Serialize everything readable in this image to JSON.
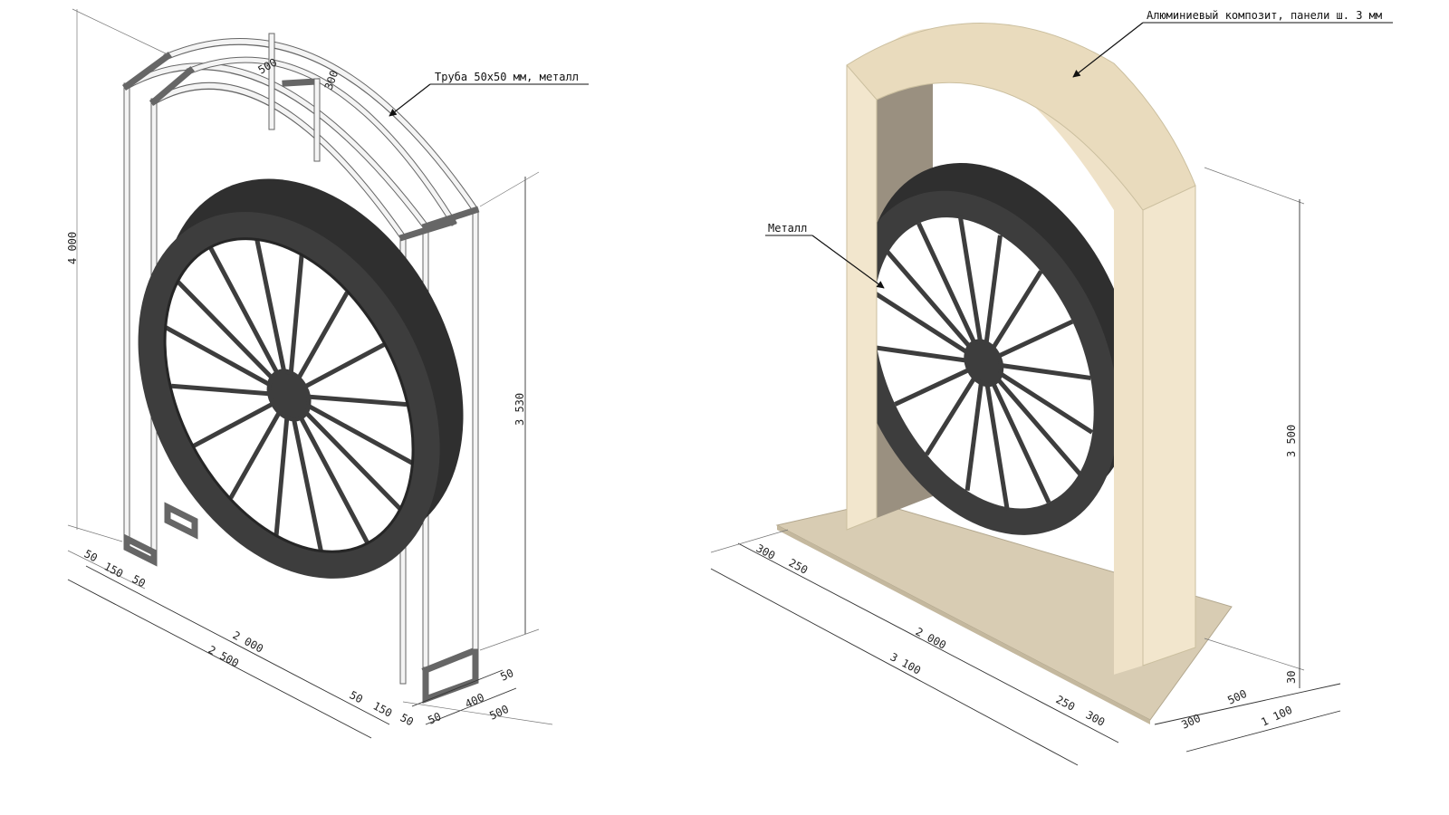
{
  "colors": {
    "wheel": "#3d3d3d",
    "wheel_dark": "#262626",
    "frame": "#e9e9e9",
    "panel_front": "#f1e6cf",
    "panel_side": "#9a9080",
    "base": "#d8ccb3"
  },
  "left_view": {
    "callout_tube": "Труба 50х50 мм, металл",
    "dims": {
      "height_total": "4 000",
      "height_side": "3 530",
      "top_depth": "500",
      "top_small": "300",
      "front_a": "50",
      "front_b": "150",
      "front_c": "50",
      "width_inner": "2 000",
      "width_outer": "2 500",
      "rear_a": "50",
      "rear_b": "150",
      "rear_c": "50",
      "rear_d": "50",
      "depth_a": "50",
      "depth_b": "400",
      "depth_total": "500"
    }
  },
  "right_view": {
    "callout_panels": "Алюминиевый композит, панели ш. 3 мм",
    "callout_metal": "Металл",
    "dims": {
      "height": "3 500",
      "base_thickness": "30",
      "front_a": "300",
      "front_b": "250",
      "width_inner": "2 000",
      "width_outer": "3 100",
      "rear_a": "250",
      "rear_b": "300",
      "depth_a": "300",
      "depth_b": "500",
      "depth_total": "1 100"
    }
  }
}
